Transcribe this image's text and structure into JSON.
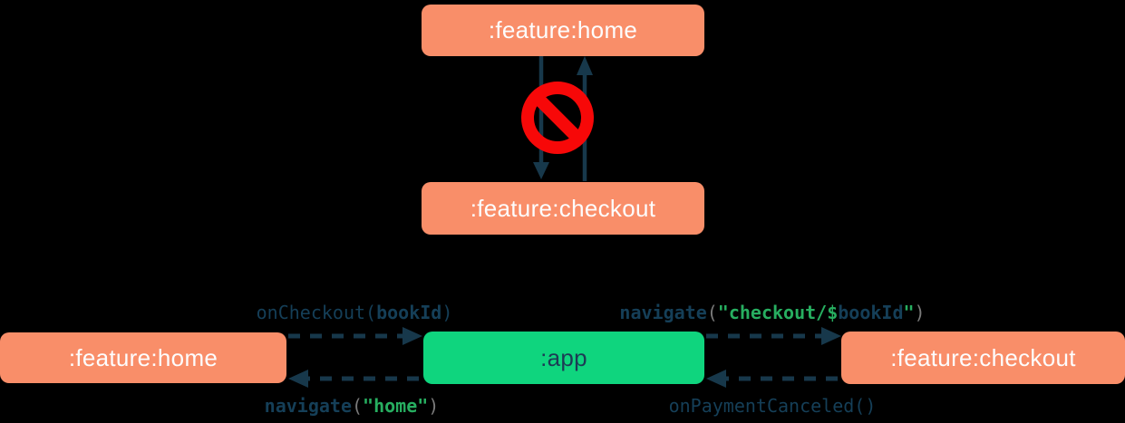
{
  "colors": {
    "background": "#000000",
    "feature_node_fill": "#F98E69",
    "app_node_fill": "#0FD57E",
    "node_text_light": "#FDFDFE",
    "node_text_dark": "#1D3B55",
    "arrow": "#17384B",
    "forbidden_red": "#F70808",
    "code_navy": "#153F58",
    "code_green": "#27AE60",
    "code_gray": "#7A7A7A"
  },
  "top": {
    "home_node": ":feature:home",
    "checkout_node": ":feature:checkout",
    "forbidden_icon": "no-entry-prohibition-sign",
    "arrows": [
      {
        "from": ":feature:home",
        "to": ":feature:checkout",
        "style": "solid",
        "allowed": false
      },
      {
        "from": ":feature:checkout",
        "to": ":feature:home",
        "style": "solid",
        "allowed": false
      }
    ]
  },
  "bottom": {
    "home_node": ":feature:home",
    "app_node": ":app",
    "checkout_node": ":feature:checkout",
    "code": {
      "on_checkout": {
        "fn": "onCheckout",
        "open": "(",
        "arg": "bookId",
        "close": ")"
      },
      "navigate_checkout": {
        "fn": "navigate",
        "open": "(",
        "str_head": "\"checkout/",
        "dollar": "$",
        "var": "bookId",
        "str_tail": "\"",
        "close": ")"
      },
      "navigate_home": {
        "fn": "navigate",
        "open": "(",
        "str": "\"home\"",
        "close": ")"
      },
      "on_payment_canceled": {
        "fn": "onPaymentCanceled",
        "parens": "()"
      }
    },
    "arrows": [
      {
        "from": ":feature:home",
        "to": ":app",
        "label": "onCheckout(bookId)",
        "style": "dashed"
      },
      {
        "from": ":app",
        "to": ":feature:home",
        "label": "navigate(\"home\")",
        "style": "dashed"
      },
      {
        "from": ":app",
        "to": ":feature:checkout",
        "label": "navigate(\"checkout/$bookId\")",
        "style": "dashed"
      },
      {
        "from": ":feature:checkout",
        "to": ":app",
        "label": "onPaymentCanceled()",
        "style": "dashed"
      }
    ]
  }
}
